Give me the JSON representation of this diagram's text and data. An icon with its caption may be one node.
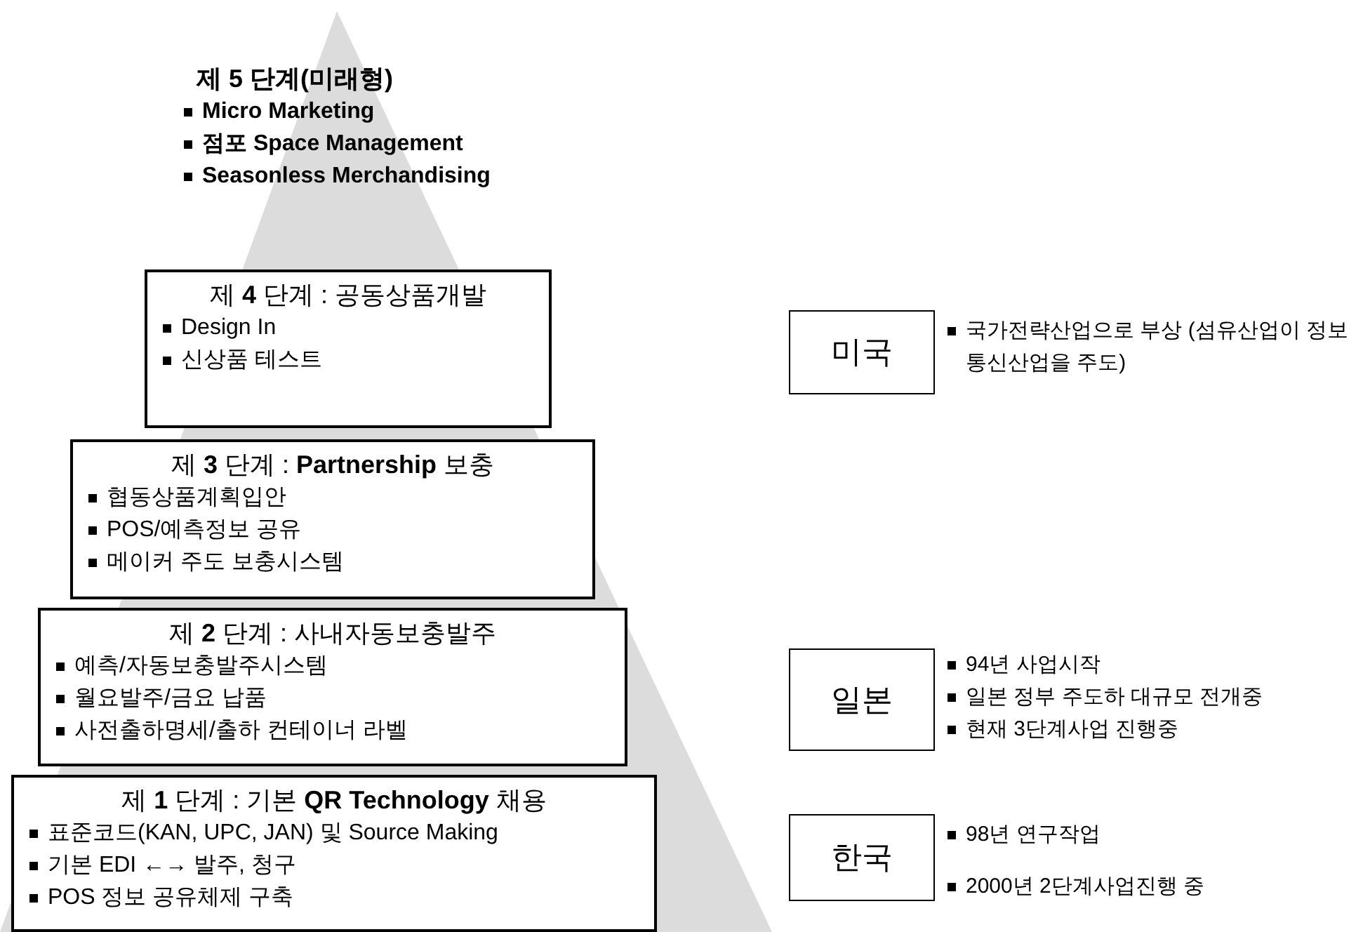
{
  "diagram": {
    "nodes": [
      {
        "text": [
          "제 5 단계(미래형)",
          "Micro Marketing",
          "점포 Space Management",
          "Seasonless Merchandising"
        ]
      },
      {
        "text": [
          "제 **4** 단계 : 공동상품개발",
          "Design In",
          "신상품 테스트"
        ],
        "in": 0
      },
      {
        "text": [
          "제 **3** 단계 : **Partnership** 보충",
          "협동상품계획입안",
          "POS/예측정보 공유",
          "메이커 주도 보충시스템"
        ],
        "in": 0
      },
      {
        "text": [
          "제 **2** 단계 : 사내자동보충발주",
          "예측/자동보충발주시스템",
          "월요발주/금요 납품",
          "사전출하명세/출하 컨테이너 라벨"
        ],
        "in": 0
      },
      {
        "text": [
          "제 **1** 단계 : 기본 **QR Technology** 채용",
          "표준코드(KAN, UPC, JAN) 및 Source Making",
          "기본 EDI ←→ 발주, 청구",
          "POS 정보 공유체제 구축"
        ],
        "in": 0
      },
      {
        "text": [
          "미국"
        ],
        "beside": [
          "국가전략산업으로 부상 (섬유산업이 정보통신산업을 주도)"
        ]
      },
      {
        "text": [
          "일본"
        ],
        "beside": [
          "94년 사업시작",
          "일본 정부 주도하 대규모 전개중",
          "현재 3단계사업 진행중"
        ]
      },
      {
        "text": [
          "한국"
        ],
        "beside": [
          "98년 연구작업",
          "2000년 2단계사업진행 중"
        ]
      }
    ],
    "edges": []
  }
}
